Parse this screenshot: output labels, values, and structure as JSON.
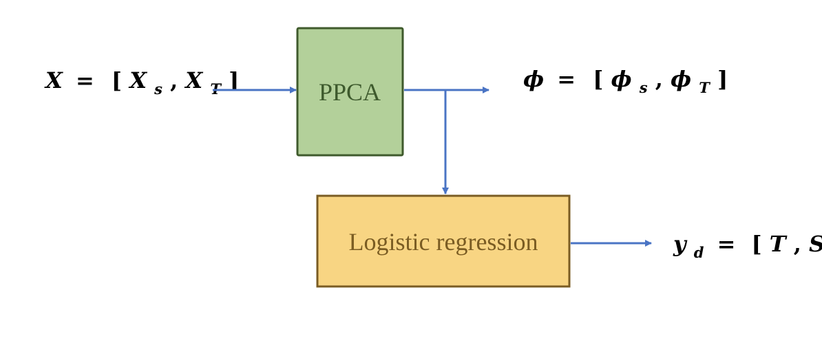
{
  "colors": {
    "arrow": "#4a74c4",
    "ppca_fill": "#b3d09a",
    "ppca_border": "#3f5a2c",
    "ppca_text": "#3e5a2d",
    "lr_fill": "#f8d583",
    "lr_border": "#7a5c23",
    "lr_text": "#7a5c23"
  },
  "nodes": {
    "ppca": {
      "label": "PPCA"
    },
    "logistic": {
      "label": "Logistic regression"
    }
  },
  "input": {
    "lhs": "X",
    "eq": "=",
    "open": "[",
    "a": "X",
    "a_sub": "s",
    "comma": ",",
    "b": "X",
    "b_sub": "T",
    "close": "]"
  },
  "output_phi": {
    "lhs": "ϕ",
    "eq": "=",
    "open": "[",
    "a": "ϕ",
    "a_sub": "s",
    "comma": ",",
    "b": "ϕ",
    "b_sub": "T",
    "close": "]"
  },
  "output_y": {
    "lhs": "y",
    "lhs_sub": "d",
    "eq": "=",
    "open": "[",
    "a": "T",
    "comma": ",",
    "b": "S",
    "close": "]"
  },
  "edges": [
    {
      "from": "input",
      "to": "ppca"
    },
    {
      "from": "ppca",
      "to": "output_phi"
    },
    {
      "from": "ppca",
      "to": "logistic"
    },
    {
      "from": "logistic",
      "to": "output_y"
    }
  ]
}
